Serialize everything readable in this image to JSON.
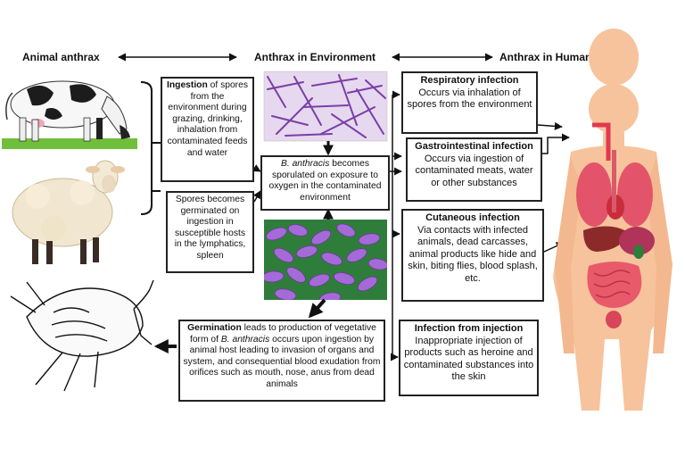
{
  "headings": {
    "animal": "Animal anthrax",
    "environment": "Anthrax in Environment",
    "human": "Anthrax in Human"
  },
  "left_boxes": {
    "ingestion": {
      "title": "Ingestion",
      "text": " of spores from the environment during grazing, drinking, inhalation from contaminated feeds and water"
    },
    "germination_spores": {
      "text": "Spores becomes germinated on ingestion in susceptible hosts in the lymphatics, spleen"
    }
  },
  "center_box": {
    "organism": "B. anthracis",
    "text": " becomes sporulated on exposure to oxygen in the contaminated environment"
  },
  "bottom_box": {
    "title": "Germination",
    "text_1": " leads to production of vegetative form of ",
    "organism": "B. anthracis",
    "text_2": " occurs upon ingestion by animal host leading to invasion of organs and system, and consequential blood exudation from orifices such as mouth, nose, anus from dead animals"
  },
  "human_boxes": [
    {
      "title": "Respiratory infection",
      "text": "Occurs via inhalation of spores from the environment"
    },
    {
      "title": "Gastrointestinal infection",
      "text": "Occurs via ingestion of contaminated meats, water or other substances"
    },
    {
      "title": "Cutaneous infection",
      "text": "Via contacts with infected animals, dead carcasses, animal products like hide and skin, biting flies, blood splash, etc."
    },
    {
      "title": "Infection from injection",
      "text": "Inappropriate injection of products such as heroine and contaminated substances into the skin"
    }
  ],
  "colors": {
    "micrograph_top_bg": "#e6d8ee",
    "rods": "#7a3fa8",
    "spore_bg": "#2f7d3a",
    "spores": "#a46ad8",
    "skin": "#f6c39c",
    "lungs": "#e3546a",
    "liver": "#8c2a2a",
    "intestine": "#e85a6a"
  }
}
